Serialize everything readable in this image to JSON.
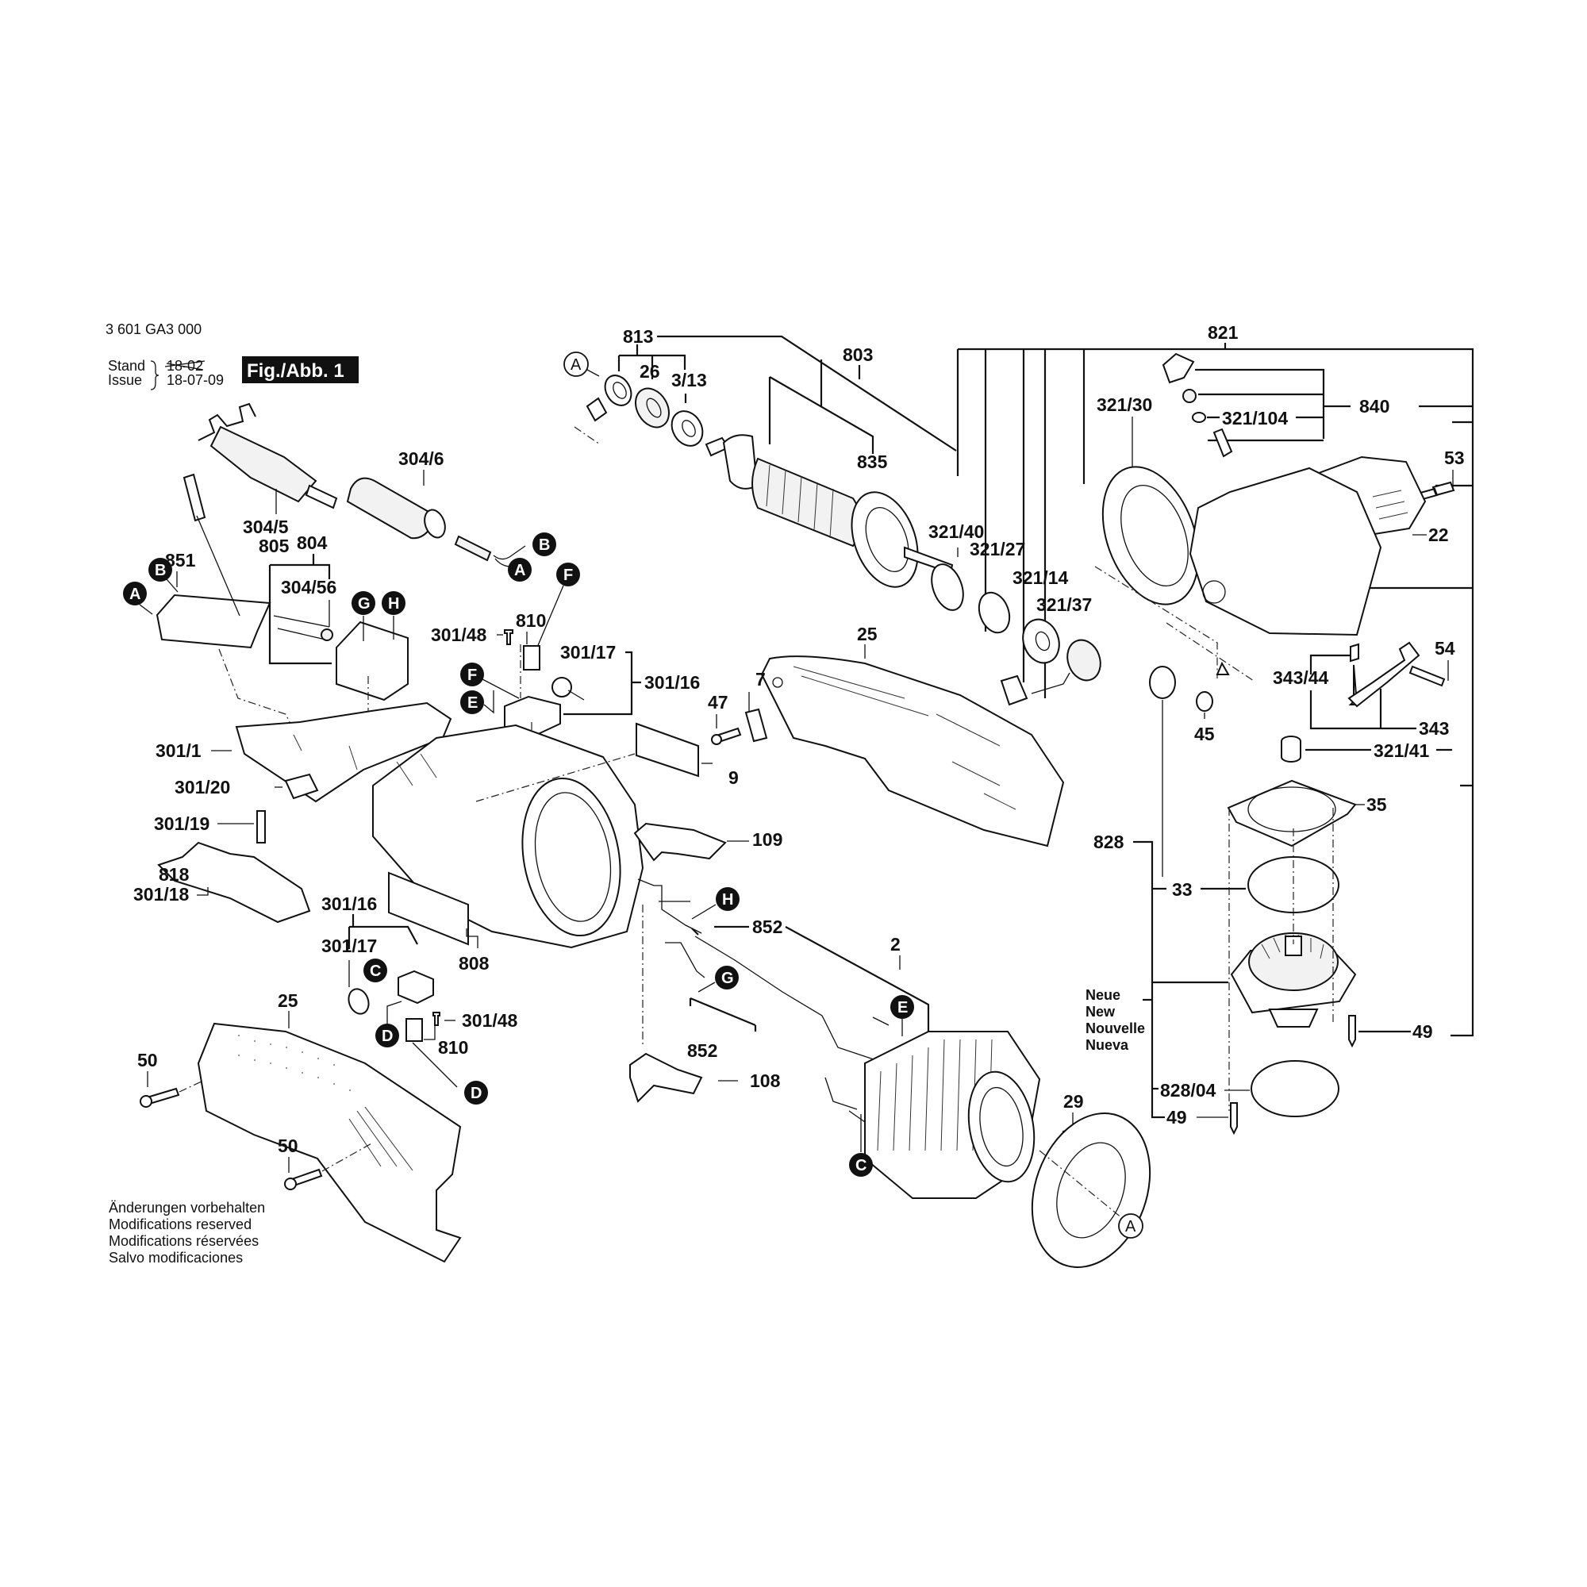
{
  "header": {
    "doc_number": "3 601 GA3 000",
    "stand_label": "Stand",
    "issue_label": "Issue",
    "old_date_struck": "18-02",
    "issue_date": "18-07-09",
    "figure_label": "Fig./Abb. 1"
  },
  "footer_notice": [
    "Änderungen vorbehalten",
    "Modifications reserved",
    "Modifications réservées",
    "Salvo modificaciones"
  ],
  "new_part_note": [
    "Neue",
    "New",
    "Nouvelle",
    "Nueva"
  ],
  "connection_markers": {
    "A": "A",
    "B": "B",
    "C": "C",
    "D": "D",
    "E": "E",
    "F": "F",
    "G": "G",
    "H": "H"
  },
  "part_labels": {
    "p813": "813",
    "p26": "26",
    "p3_13": "3/13",
    "p803": "803",
    "p835": "835",
    "p821": "821",
    "p321_30": "321/30",
    "p321_104": "321/104",
    "p840": "840",
    "p53": "53",
    "p22": "22",
    "p321_40": "321/40",
    "p321_27": "321/27",
    "p321_14": "321/14",
    "p321_37": "321/37",
    "p25_top": "25",
    "p343_44": "343/44",
    "p54": "54",
    "p343": "343",
    "p45": "45",
    "p321_41": "321/41",
    "p35": "35",
    "p828": "828",
    "p33": "33",
    "p49_right": "49",
    "p828_04": "828/04",
    "p49_bottom": "49",
    "p304_6": "304/6",
    "p304_5": "304/5",
    "p805": "805",
    "p804": "804",
    "p851": "851",
    "p304_56": "304/56",
    "p810_top": "810",
    "p301_48_top": "301/48",
    "p301_17_top": "301/17",
    "p301_16_top": "301/16",
    "p47": "47",
    "p7": "7",
    "p301_1": "301/1",
    "p301_20": "301/20",
    "p9": "9",
    "p109": "109",
    "p301_19": "301/19",
    "p818": "818",
    "p301_18": "301/18",
    "p301_16_bottom": "301/16",
    "p301_17_bottom": "301/17",
    "p808": "808",
    "p852_top": "852",
    "p2": "2",
    "p301_48_bottom": "301/48",
    "p810_bottom": "810",
    "p25_bottom": "25",
    "p50_a": "50",
    "p50_b": "50",
    "p852_bottom": "852",
    "p108": "108",
    "p29": "29"
  }
}
